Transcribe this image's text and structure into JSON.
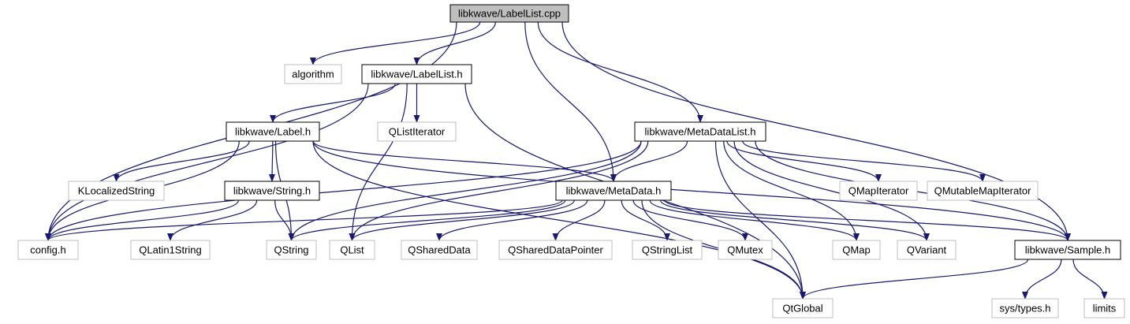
{
  "colors": {
    "edge": "#191970",
    "root_fill": "#bfbfbf",
    "root_border": "#000000",
    "documented_border": "#000000",
    "external_border": "#bfbfbf",
    "background": "#ffffff"
  },
  "nodes": [
    {
      "id": "labellist_cpp",
      "label": "libkwave/LabelList.cpp",
      "kind": "root"
    },
    {
      "id": "algorithm",
      "label": "algorithm",
      "kind": "external"
    },
    {
      "id": "labellist_h",
      "label": "libkwave/LabelList.h",
      "kind": "documented"
    },
    {
      "id": "qlistiterator",
      "label": "QListIterator",
      "kind": "external"
    },
    {
      "id": "label_h",
      "label": "libkwave/Label.h",
      "kind": "documented"
    },
    {
      "id": "metadatalist_h",
      "label": "libkwave/MetaDataList.h",
      "kind": "documented"
    },
    {
      "id": "klocalizedstring",
      "label": "KLocalizedString",
      "kind": "external"
    },
    {
      "id": "string_h",
      "label": "libkwave/String.h",
      "kind": "documented"
    },
    {
      "id": "metadata_h",
      "label": "libkwave/MetaData.h",
      "kind": "documented"
    },
    {
      "id": "qmapiterator",
      "label": "QMapIterator",
      "kind": "external"
    },
    {
      "id": "qmutablemapiterator",
      "label": "QMutableMapIterator",
      "kind": "external"
    },
    {
      "id": "config_h",
      "label": "config.h",
      "kind": "external"
    },
    {
      "id": "qlatin1string",
      "label": "QLatin1String",
      "kind": "external"
    },
    {
      "id": "qstring",
      "label": "QString",
      "kind": "external"
    },
    {
      "id": "qlist",
      "label": "QList",
      "kind": "external"
    },
    {
      "id": "qshareddata",
      "label": "QSharedData",
      "kind": "external"
    },
    {
      "id": "qshareddatapointer",
      "label": "QSharedDataPointer",
      "kind": "external"
    },
    {
      "id": "qstringlist",
      "label": "QStringList",
      "kind": "external"
    },
    {
      "id": "qmutex",
      "label": "QMutex",
      "kind": "external"
    },
    {
      "id": "qmap",
      "label": "QMap",
      "kind": "external"
    },
    {
      "id": "qvariant",
      "label": "QVariant",
      "kind": "external"
    },
    {
      "id": "sample_h",
      "label": "libkwave/Sample.h",
      "kind": "documented"
    },
    {
      "id": "qtglobal",
      "label": "QtGlobal",
      "kind": "external"
    },
    {
      "id": "sys_types_h",
      "label": "sys/types.h",
      "kind": "external"
    },
    {
      "id": "limits",
      "label": "limits",
      "kind": "external"
    }
  ],
  "edges": [
    {
      "from": "labellist_cpp",
      "to": "config_h"
    },
    {
      "from": "labellist_cpp",
      "to": "algorithm"
    },
    {
      "from": "labellist_cpp",
      "to": "labellist_h"
    },
    {
      "from": "labellist_cpp",
      "to": "metadata_h"
    },
    {
      "from": "labellist_cpp",
      "to": "metadatalist_h"
    },
    {
      "from": "labellist_cpp",
      "to": "sample_h"
    },
    {
      "from": "labellist_h",
      "to": "config_h"
    },
    {
      "from": "labellist_h",
      "to": "label_h"
    },
    {
      "from": "labellist_h",
      "to": "qlistiterator"
    },
    {
      "from": "labellist_h",
      "to": "qlist"
    },
    {
      "from": "labellist_h",
      "to": "qtglobal"
    },
    {
      "from": "label_h",
      "to": "config_h"
    },
    {
      "from": "label_h",
      "to": "klocalizedstring"
    },
    {
      "from": "label_h",
      "to": "string_h"
    },
    {
      "from": "label_h",
      "to": "qstring"
    },
    {
      "from": "label_h",
      "to": "metadata_h"
    },
    {
      "from": "label_h",
      "to": "sample_h"
    },
    {
      "from": "label_h",
      "to": "qtglobal"
    },
    {
      "from": "string_h",
      "to": "config_h"
    },
    {
      "from": "string_h",
      "to": "qlatin1string"
    },
    {
      "from": "string_h",
      "to": "qstring"
    },
    {
      "from": "metadatalist_h",
      "to": "config_h"
    },
    {
      "from": "metadatalist_h",
      "to": "qstring"
    },
    {
      "from": "metadatalist_h",
      "to": "qlist"
    },
    {
      "from": "metadatalist_h",
      "to": "metadata_h"
    },
    {
      "from": "metadatalist_h",
      "to": "qmapiterator"
    },
    {
      "from": "metadatalist_h",
      "to": "qmutablemapiterator"
    },
    {
      "from": "metadatalist_h",
      "to": "qmap"
    },
    {
      "from": "metadatalist_h",
      "to": "qvariant"
    },
    {
      "from": "metadatalist_h",
      "to": "qtglobal"
    },
    {
      "from": "metadatalist_h",
      "to": "sample_h"
    },
    {
      "from": "metadata_h",
      "to": "config_h"
    },
    {
      "from": "metadata_h",
      "to": "qstring"
    },
    {
      "from": "metadata_h",
      "to": "qlist"
    },
    {
      "from": "metadata_h",
      "to": "qshareddata"
    },
    {
      "from": "metadata_h",
      "to": "qshareddatapointer"
    },
    {
      "from": "metadata_h",
      "to": "qstringlist"
    },
    {
      "from": "metadata_h",
      "to": "qmutex"
    },
    {
      "from": "metadata_h",
      "to": "qmap"
    },
    {
      "from": "metadata_h",
      "to": "qvariant"
    },
    {
      "from": "metadata_h",
      "to": "qtglobal"
    },
    {
      "from": "metadata_h",
      "to": "sample_h"
    },
    {
      "from": "sample_h",
      "to": "qtglobal"
    },
    {
      "from": "sample_h",
      "to": "sys_types_h"
    },
    {
      "from": "sample_h",
      "to": "limits"
    }
  ]
}
